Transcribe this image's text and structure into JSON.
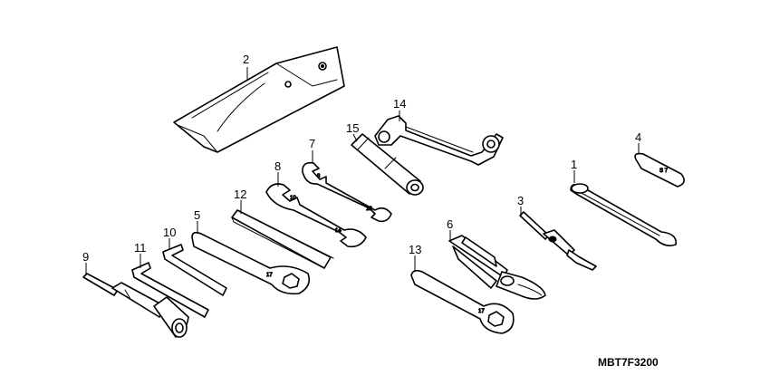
{
  "diagram_code": "MBT7F3200",
  "callouts": {
    "c1": "1",
    "c2": "2",
    "c3": "3",
    "c4": "4",
    "c5": "5",
    "c6": "6",
    "c7": "7",
    "c8": "8",
    "c9": "9",
    "c10": "10",
    "c11": "11",
    "c12": "12",
    "c13": "13",
    "c14": "14",
    "c15": "15"
  },
  "colors": {
    "ink": "#000000",
    "paper": "#ffffff"
  }
}
